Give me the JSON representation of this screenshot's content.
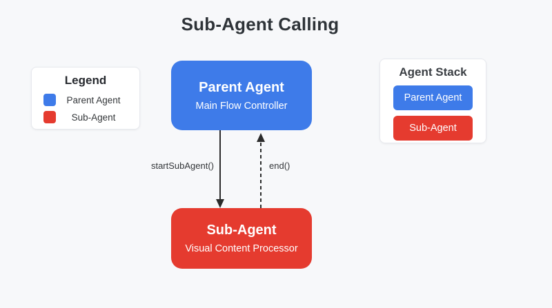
{
  "page": {
    "title": "Sub-Agent Calling",
    "background_color": "#f7f8fa"
  },
  "colors": {
    "parent_agent": "#3e7be9",
    "sub_agent": "#e53b2f",
    "arrow": "#2b2b2b"
  },
  "legend": {
    "title": "Legend",
    "items": [
      {
        "label": "Parent Agent",
        "color": "#3e7be9"
      },
      {
        "label": "Sub-Agent",
        "color": "#e53b2f"
      }
    ]
  },
  "diagram": {
    "parent_node": {
      "title": "Parent Agent",
      "subtitle": "Main Flow Controller"
    },
    "sub_node": {
      "title": "Sub-Agent",
      "subtitle": "Visual Content Processor"
    },
    "call_arrow": {
      "label": "startSubAgent()",
      "style": "solid",
      "direction": "down"
    },
    "return_arrow": {
      "label": "end()",
      "style": "dashed",
      "direction": "up"
    }
  },
  "agent_stack": {
    "title": "Agent Stack",
    "items": [
      {
        "label": "Parent Agent",
        "color": "#3e7be9"
      },
      {
        "label": "Sub-Agent",
        "color": "#e53b2f"
      }
    ]
  }
}
